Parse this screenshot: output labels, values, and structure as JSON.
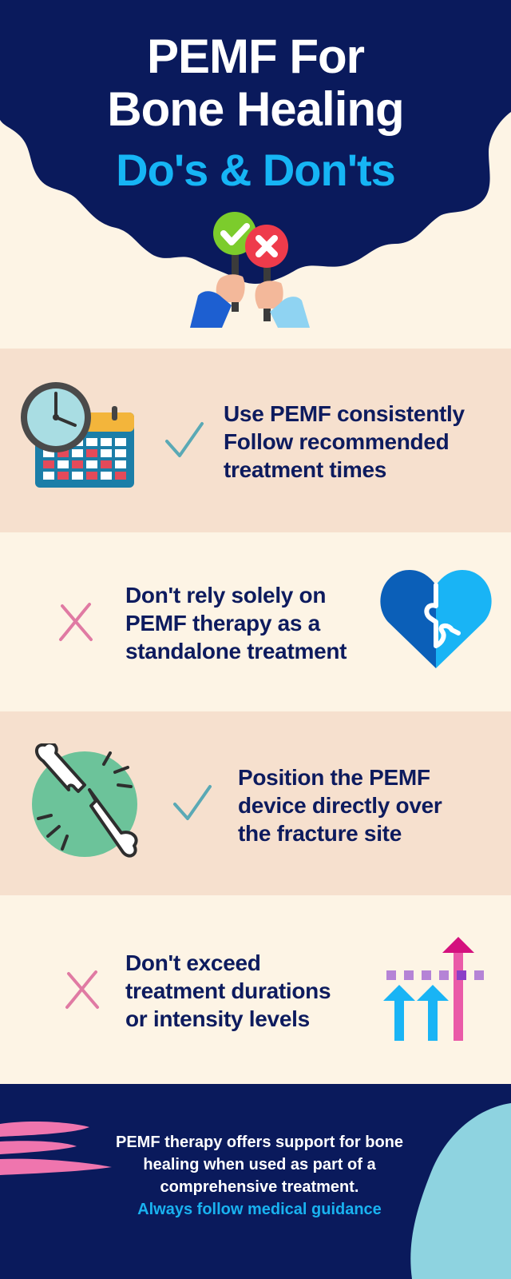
{
  "header": {
    "title_line1": "PEMF For",
    "title_line2": "Bone Healing",
    "subtitle": "Do's & Don'ts"
  },
  "items": [
    {
      "kind": "do",
      "lines": [
        "Use PEMF consistently",
        "Follow recommended",
        "treatment times"
      ],
      "icon": "clock-calendar-icon"
    },
    {
      "kind": "dont",
      "lines": [
        "Don't rely solely on",
        "PEMF therapy as a",
        "standalone treatment"
      ],
      "icon": "puzzle-heart-icon"
    },
    {
      "kind": "do",
      "lines": [
        "Position the PEMF",
        "device directly over",
        "the fracture site"
      ],
      "icon": "broken-bone-icon"
    },
    {
      "kind": "dont",
      "lines": [
        "Don't exceed",
        "treatment durations",
        "or intensity levels"
      ],
      "icon": "arrows-limit-icon"
    }
  ],
  "footer": {
    "lines": [
      "PEMF therapy offers support for bone",
      "healing when used as part of a",
      "comprehensive treatment."
    ],
    "accent_line": "Always follow medical guidance"
  },
  "colors": {
    "navy": "#0a1a5c",
    "cream": "#fdf4e5",
    "peach": "#f6e0ce",
    "sky": "#16b5f5",
    "check_teal": "#5aa9b5",
    "cross_pink": "#e07aa3"
  }
}
